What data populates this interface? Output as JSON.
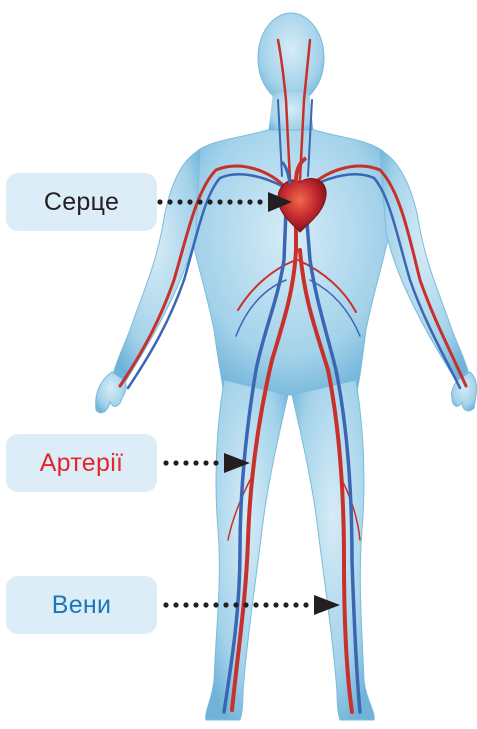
{
  "labels": {
    "heart": "Серце",
    "arteries": "Артерії",
    "veins": "Вени"
  },
  "colors": {
    "label_background": "#dcedf8",
    "heart_text": "#231f20",
    "arteries_text": "#e3262b",
    "veins_text": "#1b75bc",
    "pointer": "#231f20",
    "body": "#9fd0ea",
    "artery": "#c8302b",
    "vein": "#3a66b4"
  },
  "icons": {
    "body": "human-body-illustration",
    "heart": "heart-icon"
  }
}
